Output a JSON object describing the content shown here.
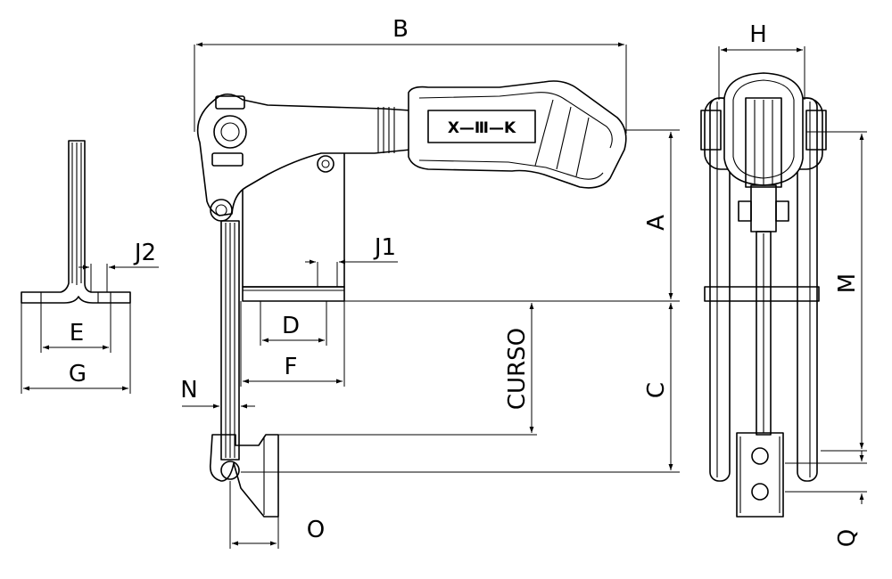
{
  "labels": {
    "A": "A",
    "B": "B",
    "C": "C",
    "D": "D",
    "E": "E",
    "F": "F",
    "G": "G",
    "H": "H",
    "J1": "J1",
    "J2": "J2",
    "M": "M",
    "N": "N",
    "O": "O",
    "Q": "Q",
    "curso": "CURSO"
  },
  "logo": "X—Ⅲ—K"
}
